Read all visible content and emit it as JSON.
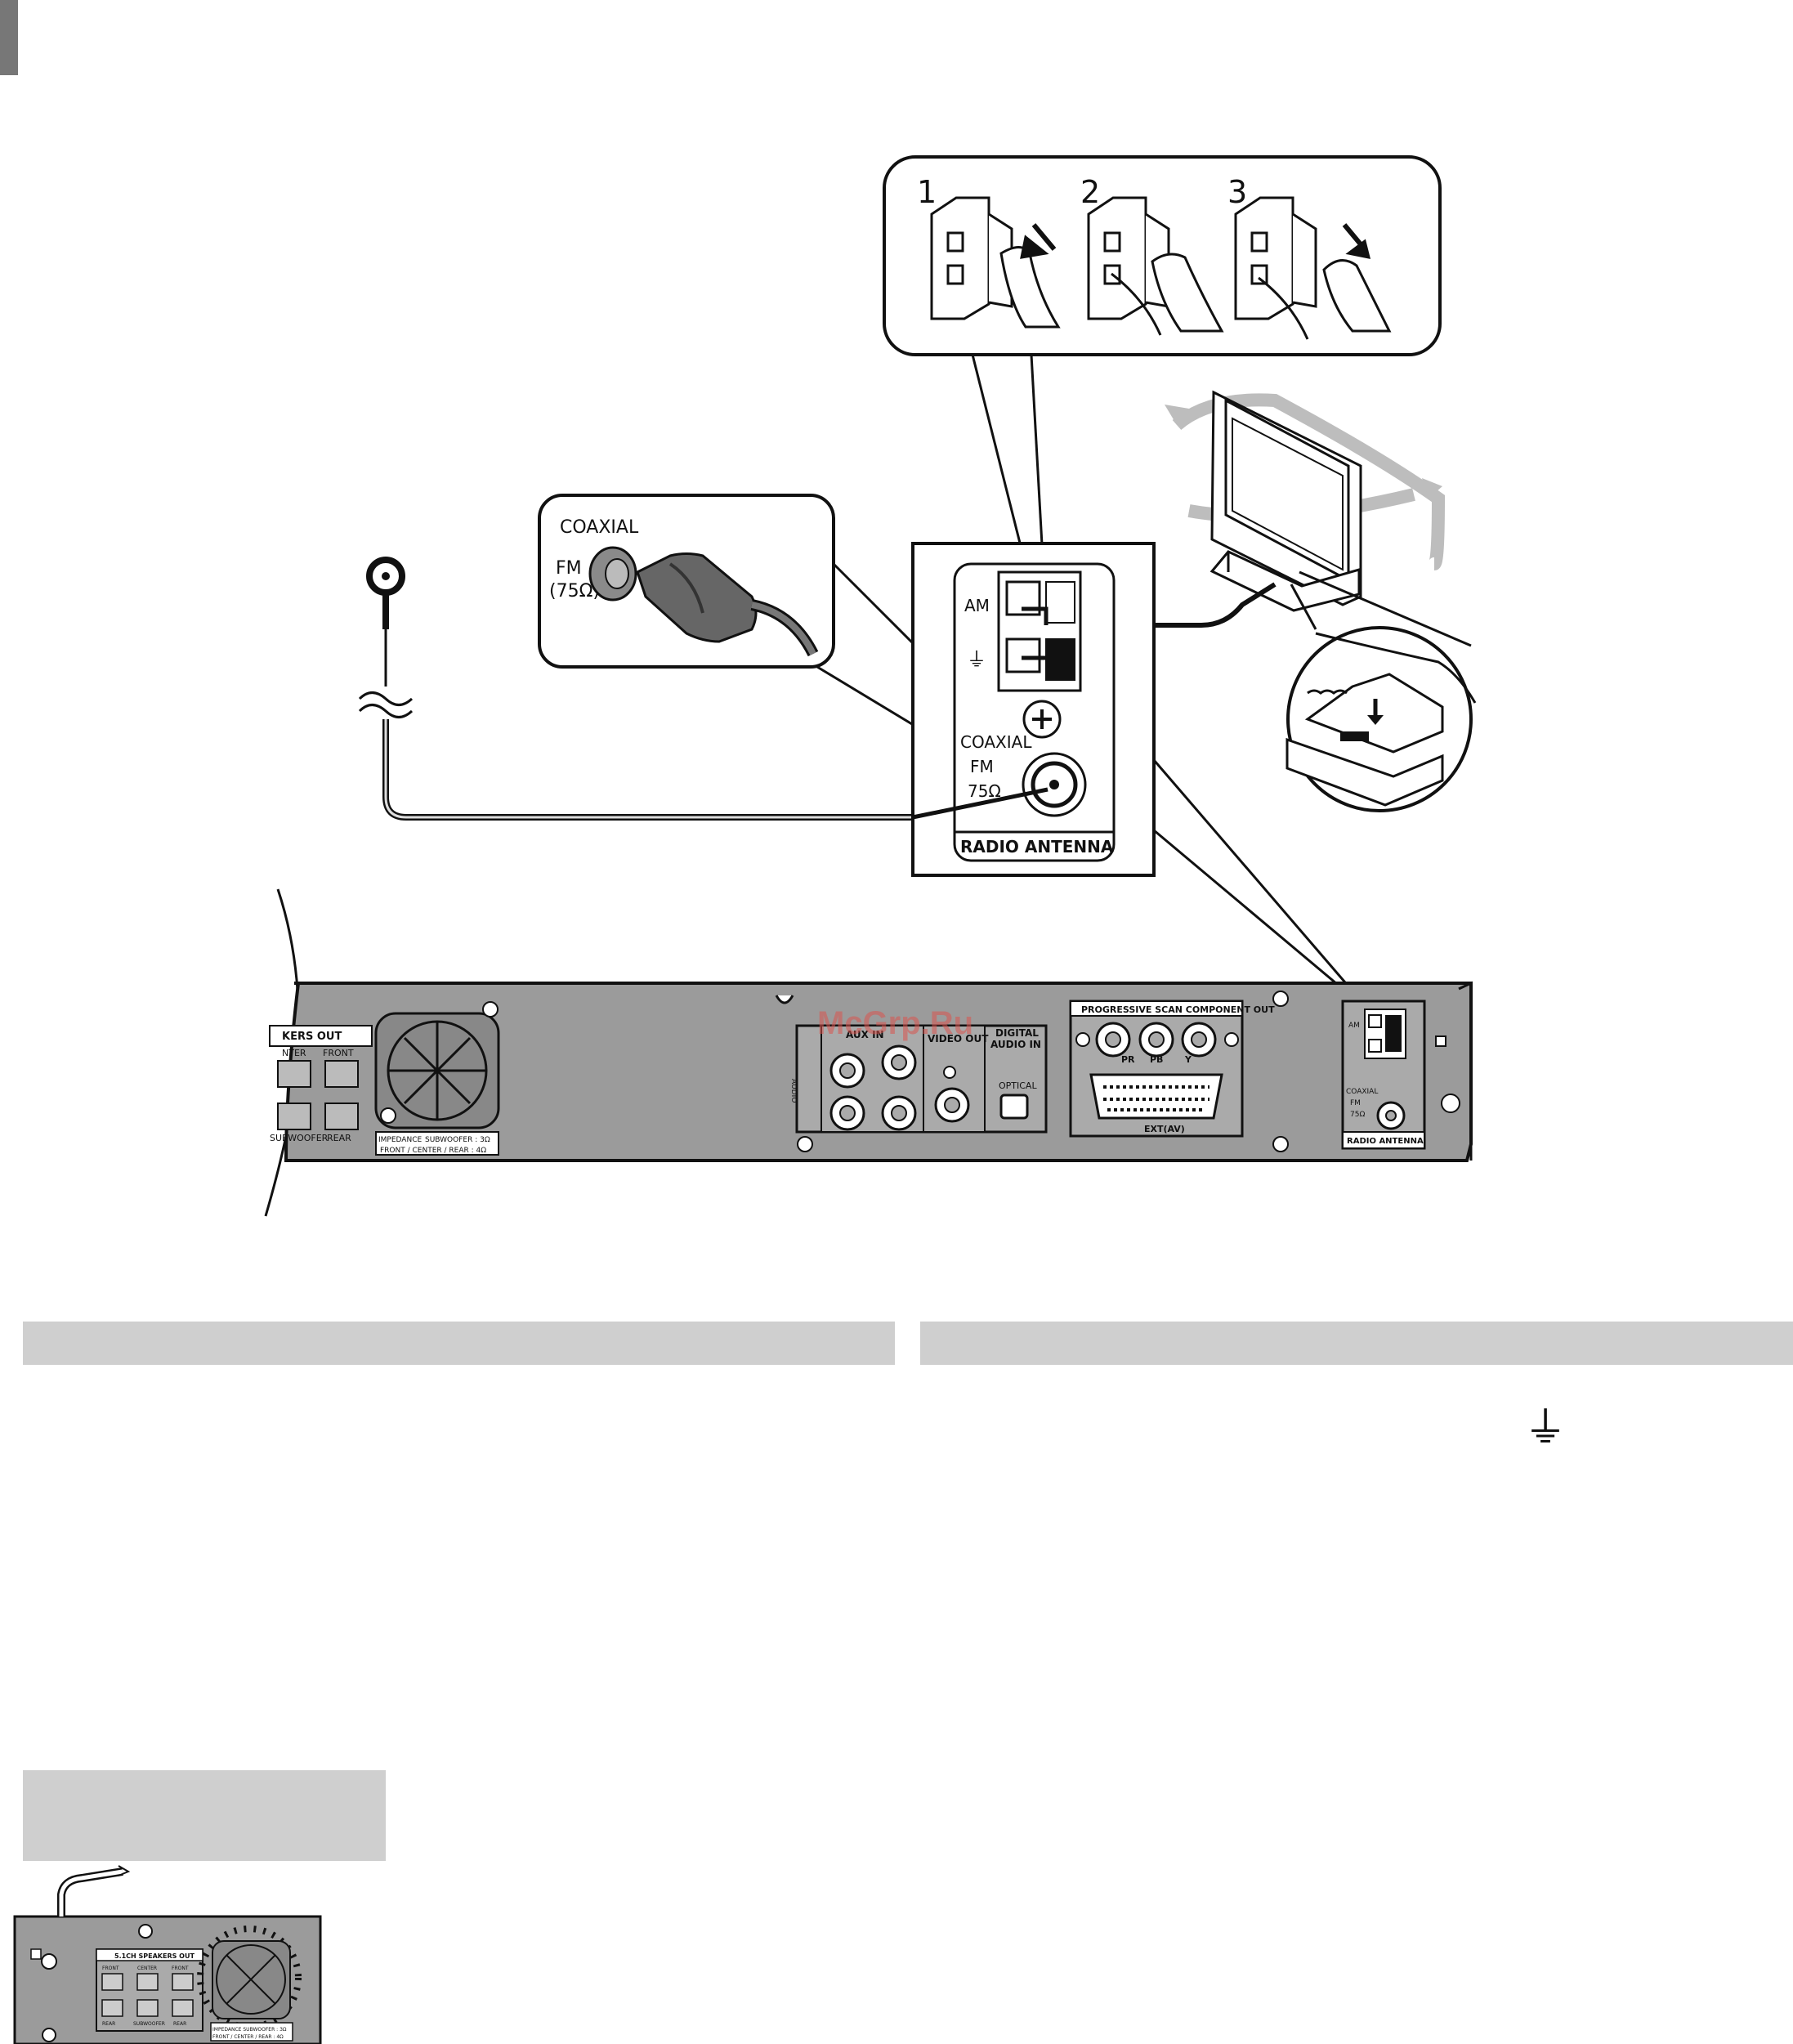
{
  "watermark": "McGrp.Ru",
  "steps": [
    "1",
    "2",
    "3"
  ],
  "insets": {
    "coaxial_title": "COAXIAL",
    "fm": "FM",
    "ohm": "(75Ω)"
  },
  "antenna_panel": {
    "am": "AM",
    "ground_symbol": "⏚",
    "coaxial": "COAXIAL",
    "fm": "FM",
    "ohm": "75Ω",
    "footer": "RADIO ANTENNA"
  },
  "rear_panel": {
    "speakers_out": "KERS OUT",
    "center": "NTER",
    "front": "FRONT",
    "subwoofer": "SUBWOOFER",
    "rear": "REAR",
    "impedance_1": "IMPEDANCE",
    "impedance_2": "SUBWOOFER : 3Ω",
    "impedance_3": "FRONT / CENTER / REAR : 4Ω",
    "aux_in": "AUX IN",
    "audio": "AUDIO",
    "video_out": "VIDEO OUT",
    "digital_audio_in_1": "DIGITAL",
    "digital_audio_in_2": "AUDIO IN",
    "optical": "OPTICAL",
    "progressive": "PROGRESSIVE SCAN COMPONENT OUT",
    "pr": "PR",
    "pb": "PB",
    "y": "Y",
    "ext": "EXT(AV)",
    "am": "AM",
    "coaxial": "COAXIAL",
    "fm": "FM",
    "ohm": "75Ω",
    "radio_antenna": "RADIO ANTENNA"
  },
  "ground_symbol_large": "⏚",
  "thumbnail": {
    "title": "5.1CH SPEAKERS OUT",
    "front_l": "FRONT",
    "center": "CENTER",
    "front_r": "FRONT",
    "rear_l": "REAR",
    "subwoofer": "SUBWOOFER",
    "rear_r": "REAR",
    "impedance": "IMPEDANCE SUBWOOFER : 3Ω",
    "impedance_2": "FRONT / CENTER / REAR : 4Ω"
  }
}
